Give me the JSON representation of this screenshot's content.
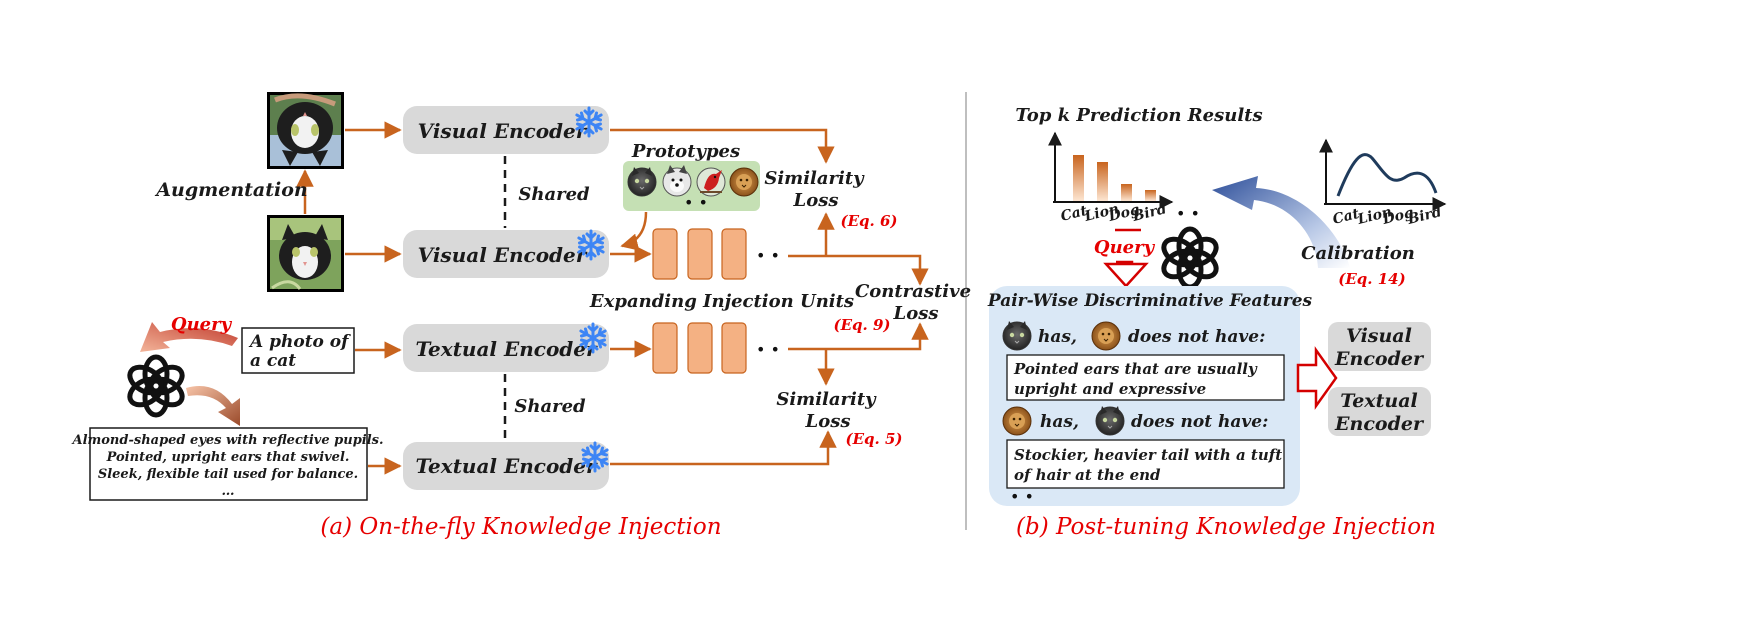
{
  "left_panel": {
    "caption": "(a) On-the-fly Knowledge Injection",
    "augmentation_label": "Augmentation",
    "visual_encoder_1": "Visual Encoder",
    "visual_encoder_2": "Visual Encoder",
    "textual_encoder_1": "Textual Encoder",
    "textual_encoder_2": "Textual Encoder",
    "shared_label_1": "Shared",
    "shared_label_2": "Shared",
    "prototypes_label": "Prototypes",
    "prototype_icons": [
      "cat-icon",
      "dog-icon",
      "bird-icon",
      "lion-icon"
    ],
    "expanding_units_label": "Expanding Injection Units",
    "similarity_loss_1": [
      "Similarity",
      "Loss"
    ],
    "similarity_loss_2": [
      "Similarity",
      "Loss"
    ],
    "contrastive_loss": [
      "Contrastive",
      "Loss"
    ],
    "eq_6": "(Eq. 6)",
    "eq_9": "(Eq. 9)",
    "eq_5": "(Eq. 5)",
    "query_label": "Query",
    "prompt_text": [
      "A photo of",
      "a cat"
    ],
    "description_lines": [
      "Almond-shaped eyes with reflective pupils.",
      "Pointed, upright ears that swivel.",
      "Sleek, flexible tail used for balance.",
      "…"
    ],
    "ellipsis": "• •"
  },
  "right_panel": {
    "caption": "(b) Post-tuning Knowledge Injection",
    "top_k_title": "Top k Prediction Results",
    "categories": [
      "Cat",
      "Lion",
      "Dog",
      "Bird"
    ],
    "query_label": "Query",
    "calibration_label": "Calibration",
    "eq_14": "(Eq. 14)",
    "pairwise_title": "Pair-Wise Discriminative Features",
    "row1_has": "has,",
    "row1_not": "does not have:",
    "feature_1": [
      "Pointed ears that are usually",
      "upright and expressive"
    ],
    "row2_has": "has,",
    "row2_not": "does not have:",
    "feature_2": [
      "Stockier, heavier tail with a tuft",
      "of hair at the end"
    ],
    "visual_encoder": [
      "Visual",
      "Encoder"
    ],
    "textual_encoder": [
      "Textual",
      "Encoder"
    ],
    "ellipsis": "• •"
  },
  "colors": {
    "arrow": "#c8641e",
    "unit_fill": "#f4b183",
    "encoder_fill": "#d9d9d9",
    "red_text": "#e60000",
    "prototype_bg": "#c5e0b4",
    "pairwise_bg": "#dae8f6",
    "snowflake": "#3d85f5",
    "divider": "#bfbfbf"
  }
}
